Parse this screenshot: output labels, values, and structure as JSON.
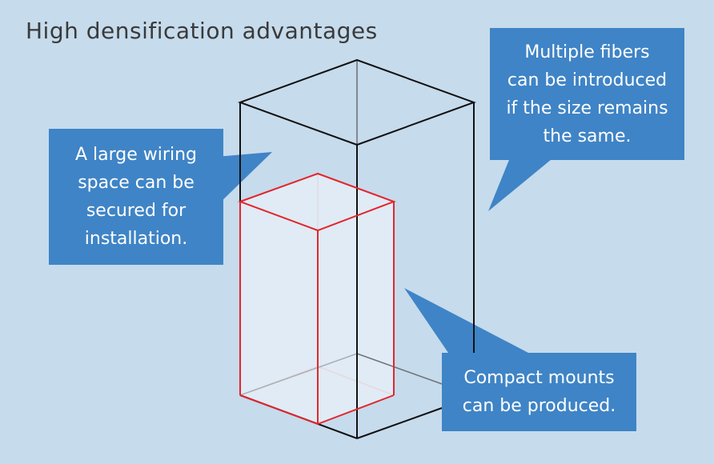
{
  "title": "High densification advantages",
  "colors": {
    "background": "#c6dbec",
    "callout_fill": "#3f84c6",
    "outer_box_stroke": "#111111",
    "inner_box_stroke": "#e3262c",
    "inner_box_fill": "#e6eff8"
  },
  "callouts": {
    "left": {
      "lines": [
        "A large wiring",
        "space can be",
        "secured for",
        "installation."
      ]
    },
    "right": {
      "lines": [
        "Multiple fibers",
        "can be introduced",
        "if the size remains",
        "the same."
      ]
    },
    "bottom": {
      "lines": [
        "Compact mounts",
        "can be produced."
      ]
    }
  }
}
